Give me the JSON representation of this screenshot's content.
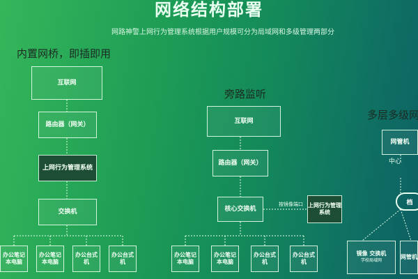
{
  "header": {
    "title": "网络结构部署",
    "subtitle": "网路神警上网行为管理系统根据用户规模可分为局域网和多级管理两部分"
  },
  "sections": {
    "embedded": {
      "title": "内置网桥，即插即用",
      "nodes": {
        "internet": "互联网",
        "router": "路由器（网关）",
        "system": "上网行为管理系统",
        "switch": "交换机"
      },
      "clients": [
        "办公笔记本电脑",
        "办公笔记本电脑",
        "办公台式机",
        "办公台式机"
      ]
    },
    "bypass": {
      "title": "旁路监听",
      "nodes": {
        "internet": "互联网",
        "router": "路由器（网关）",
        "core_switch": "核心交换机",
        "mirror_label": "按镜像端口",
        "system": "上网行为管理系统"
      },
      "clients": [
        "办公笔记本电脑",
        "办公笔记本电脑",
        "办公台式机",
        "办公台式机"
      ]
    },
    "multilevel": {
      "title": "多层多级网",
      "nodes": {
        "nms": "网管机",
        "center_partial": "中心",
        "pill_partial": "档",
        "mirror_switch": "镜像 交换机",
        "school_network": "学校局域网",
        "network_manager": "网管机"
      }
    }
  }
}
